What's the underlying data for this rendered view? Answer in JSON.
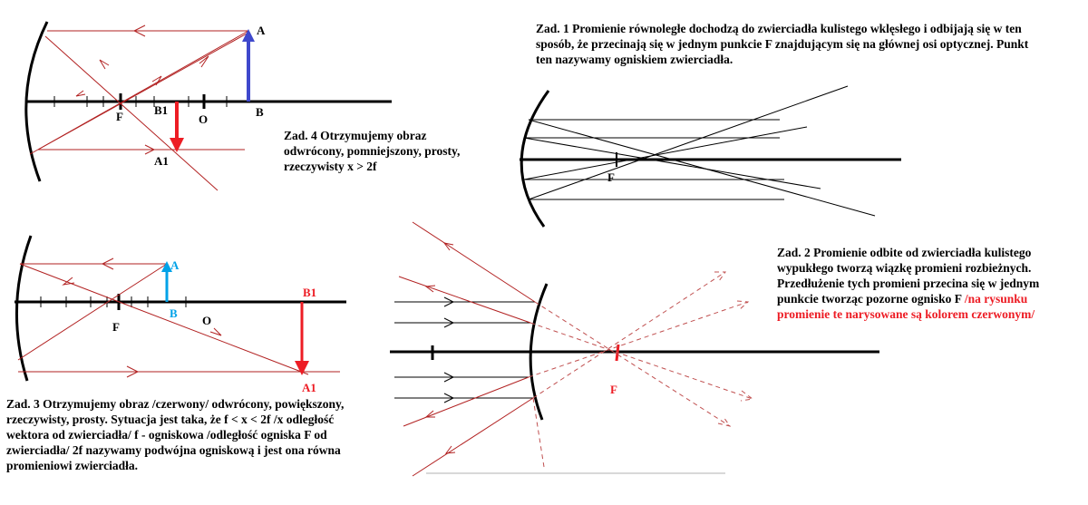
{
  "colors": {
    "ray": "#b22222",
    "ray_light": "#c05050",
    "axis": "#000000",
    "object_blue": "#3f48cc",
    "object_cyan": "#00a2e8",
    "image_red": "#ed1c24"
  },
  "fig4": {
    "label_A": "A",
    "label_B": "B",
    "label_F": "F",
    "label_B1": "B1",
    "label_O": "O",
    "label_A1": "A1",
    "caption_line1": "Zad. 4 Otrzymujemy obraz",
    "caption_line2": "odwrócony, pomniejszony, prosty,",
    "caption_line3": "rzeczywisty x > 2f"
  },
  "fig1": {
    "label_F": "F",
    "caption_line1": "Zad. 1 Promienie równoległe dochodzą do zwierciadła kulistego wklęsłego i odbijają się w ten",
    "caption_line2": "sposób, że przecinają się w jednym punkcie F znajdującym się na głównej osi optycznej. Punkt",
    "caption_line3": "ten nazywamy ogniskiem zwierciadła."
  },
  "fig2": {
    "label_F": "F",
    "caption_line1": "Zad. 2 Promienie odbite od zwierciadła kulistego",
    "caption_line2": "wypukłego tworzą wiązkę promieni rozbieżnych.",
    "caption_line3": "Przedłużenie tych promieni przecina się w jednym",
    "caption_line4_black": "punkcie tworząc pozorne ognisko F",
    "caption_line4_red": " /na rysunku",
    "caption_line5_red": "promienie te narysowane są kolorem czerwonym/"
  },
  "fig3": {
    "label_A": "A",
    "label_B": "B",
    "label_F": "F",
    "label_O": "O",
    "label_B1": "B1",
    "label_A1": "A1",
    "caption_line1": "Zad. 3 Otrzymujemy obraz /czerwony/ odwrócony, powiększony,",
    "caption_line2": "rzeczywisty, prosty. Sytuacja jest taka, że    f < x < 2f  /x odległość",
    "caption_line3": "wektora od zwierciadła/ f - ogniskowa /odległość ogniska F od",
    "caption_line4": "zwierciadła/ 2f nazywamy podwójna ogniskową i jest ona równa",
    "caption_line5": "promieniowi zwierciadła."
  }
}
